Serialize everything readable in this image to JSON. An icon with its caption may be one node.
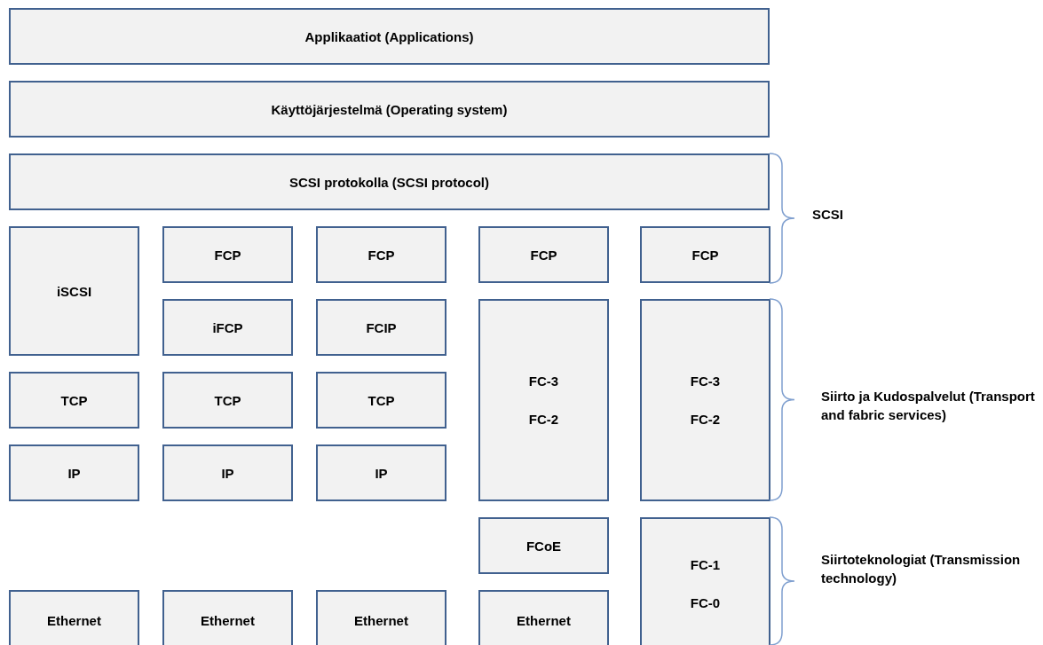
{
  "diagram": {
    "nodes": [
      {
        "text": [
          "Applikaatiot (Applications)"
        ]
      },
      {
        "text": [
          "Käyttöjärjestelmä (Operating system)"
        ]
      },
      {
        "text": [
          "SCSI protokolla (SCSI protocol)"
        ]
      },
      {
        "text": [
          "iSCSI"
        ]
      },
      {
        "text": [
          "FCP"
        ]
      },
      {
        "text": [
          "FCP"
        ]
      },
      {
        "text": [
          "FCP"
        ]
      },
      {
        "text": [
          "FCP"
        ]
      },
      {
        "text": [
          "iFCP"
        ]
      },
      {
        "text": [
          "FCIP"
        ]
      },
      {
        "text": [
          "FC-3",
          "FC-2"
        ]
      },
      {
        "text": [
          "FC-3",
          "FC-2"
        ]
      },
      {
        "text": [
          "TCP"
        ]
      },
      {
        "text": [
          "TCP"
        ]
      },
      {
        "text": [
          "TCP"
        ]
      },
      {
        "text": [
          "IP"
        ]
      },
      {
        "text": [
          "IP"
        ]
      },
      {
        "text": [
          "IP"
        ]
      },
      {
        "text": [
          "FCoE"
        ]
      },
      {
        "text": [
          "FC-1",
          "FC-0"
        ]
      },
      {
        "text": [
          "Ethernet"
        ]
      },
      {
        "text": [
          "Ethernet"
        ]
      },
      {
        "text": [
          "Ethernet"
        ]
      },
      {
        "text": [
          "Ethernet"
        ]
      }
    ],
    "labels": [
      "SCSI",
      "Siirto ja Kudospalvelut (Transport and fabric services)",
      "Siirtoteknologiat (Transmission technology)"
    ]
  }
}
